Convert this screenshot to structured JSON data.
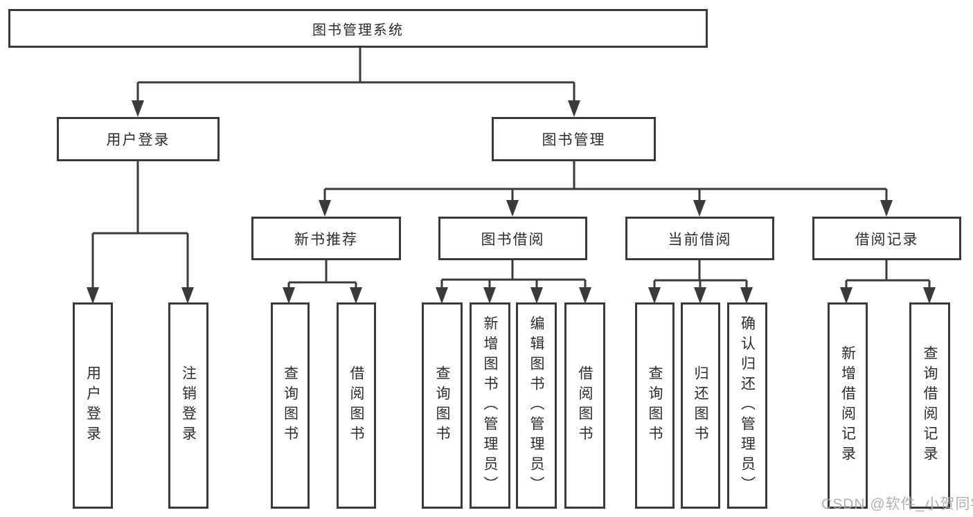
{
  "tree": {
    "root": {
      "label": "图书管理系统"
    },
    "branches": [
      {
        "label": "用户登录",
        "children": [
          {
            "label": "用户登录"
          },
          {
            "label": "注销登录"
          }
        ]
      },
      {
        "label": "图书管理",
        "children": [
          {
            "label": "新书推荐",
            "children": [
              {
                "label": "查询图书"
              },
              {
                "label": "借阅图书"
              }
            ]
          },
          {
            "label": "图书借阅",
            "children": [
              {
                "label": "查询图书"
              },
              {
                "label": "新增图书（管理员）"
              },
              {
                "label": "编辑图书（管理员）"
              },
              {
                "label": "借阅图书"
              }
            ]
          },
          {
            "label": "当前借阅",
            "children": [
              {
                "label": "查询图书"
              },
              {
                "label": "归还图书"
              },
              {
                "label": "确认归还（管理员）"
              }
            ]
          },
          {
            "label": "借阅记录",
            "children": [
              {
                "label": "新增借阅记录"
              },
              {
                "label": "查询借阅记录"
              }
            ]
          }
        ]
      }
    ]
  },
  "watermark": {
    "text": "CSDN @软件_小贺同学"
  },
  "colors": {
    "line": "#3a3a3a",
    "text": "#2d2d2d",
    "background": "#ffffff",
    "watermark": "#a8a8a8"
  }
}
